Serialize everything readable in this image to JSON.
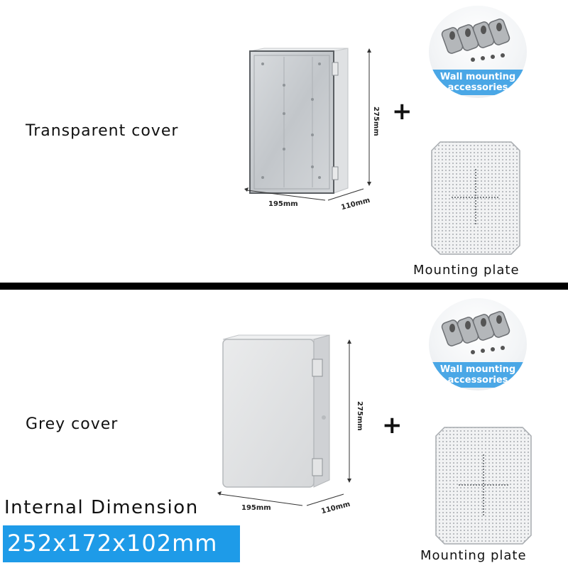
{
  "top": {
    "label": "Transparent cover",
    "dim_height": "275mm",
    "dim_width": "195mm",
    "dim_depth": "110mm",
    "badge_line1": "Wall mounting",
    "badge_line2": "accessories",
    "plate_label": "Mounting plate"
  },
  "bottom": {
    "label": "Grey cover",
    "dim_height": "275mm",
    "dim_width": "195mm",
    "dim_depth": "110mm",
    "badge_line1": "Wall mounting",
    "badge_line2": "accessories",
    "plate_label": "Mounting plate"
  },
  "plus_symbol": "+",
  "internal_title": "Internal Dimension",
  "internal_value": "252x172x102mm",
  "colors": {
    "accent_blue": "#1e9be8",
    "ribbon_blue": "#4aa7e6",
    "divider": "#000000",
    "box_grey": "#e2e3e4",
    "transparent_cover": "#c9ccd0"
  },
  "icons": [
    "plus-icon",
    "enclosure-transparent-image",
    "enclosure-grey-image",
    "wall-bracket-image",
    "mounting-plate-image"
  ]
}
